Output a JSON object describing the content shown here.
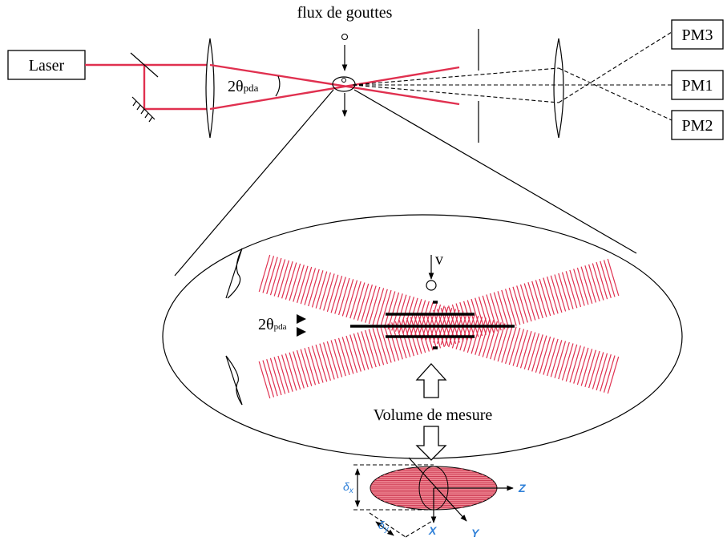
{
  "labels": {
    "laser": "Laser",
    "droplet_stream": "flux de gouttes",
    "pm1": "PM1",
    "pm2": "PM2",
    "pm3": "PM3",
    "angle_symbol": "2θ",
    "angle_sub": "pda",
    "velocity": "v",
    "measurement_volume": "Volume de mesure",
    "delta_x_main": "δ",
    "delta_x_sub": "x",
    "delta_y_main": "δ",
    "delta_y_sub": "y",
    "axis_x": "X",
    "axis_y": "Y",
    "axis_z": "Z"
  },
  "colors": {
    "beam": "#e0304f",
    "fringe": "#e0304f",
    "volume_fill": "#f08a96",
    "axis_label": "#2f80d8",
    "line": "#000000"
  }
}
